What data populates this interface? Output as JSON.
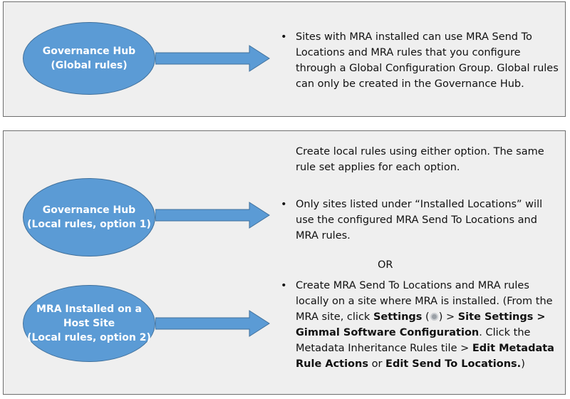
{
  "panels": [
    {
      "ellipse_lines": [
        "Governance Hub",
        "(Global rules)"
      ],
      "bullet": "Sites with MRA installed can use MRA Send To Locations and MRA rules that you configure through a Global Configuration Group. Global rules can only be created in the Governance Hub."
    },
    {
      "intro": "Create local rules using either option. The same rule set applies for each option.",
      "option1": {
        "ellipse_lines": [
          "Governance Hub",
          "(Local rules, option 1)"
        ],
        "bullet": "Only sites listed under “Installed Locations” will use the configured MRA Send To Locations and MRA rules."
      },
      "or": "OR",
      "option2": {
        "ellipse_lines": [
          "MRA Installed on a",
          "Host Site",
          "(Local rules, option 2)"
        ],
        "bullet_parts": {
          "p1": "Create MRA Send To Locations and MRA rules locally on a site where MRA is installed. (From the MRA site, click ",
          "settings": "Settings",
          "open_paren": " (",
          "close_paren_gt": ") > ",
          "site_settings": "Site Settings > Gimmal Software Configuration",
          "p2": ". Click the Metadata Inheritance Rules tile > ",
          "edit_rule": "Edit Metadata Rule Actions",
          "or_word": " or ",
          "edit_send": "Edit Send To Locations.",
          "p3": ")"
        }
      }
    }
  ],
  "colors": {
    "ellipse_fill": "#5b9bd5",
    "ellipse_border": "#41719c",
    "panel_fill": "#efefef",
    "panel_border": "#6e6e6e"
  },
  "icons": [
    "right-arrow-icon",
    "gear-icon",
    "bullet-icon"
  ]
}
